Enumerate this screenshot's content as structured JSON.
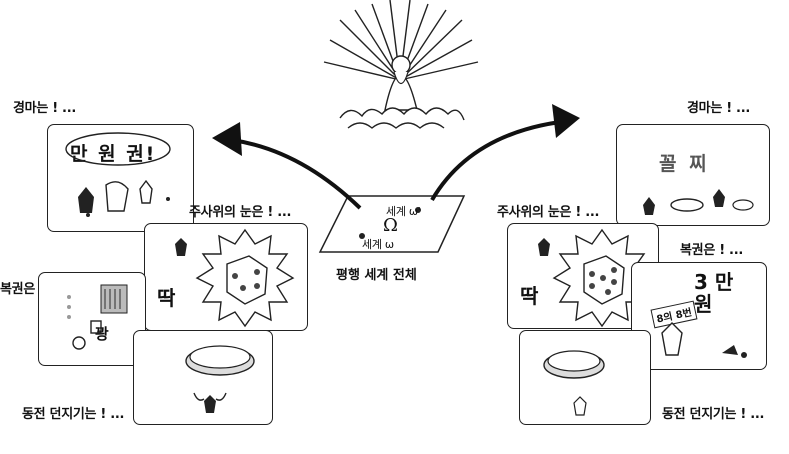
{
  "center": {
    "caption": "평행 세계 전체",
    "omega": "Ω",
    "world_a": "세계 ω'",
    "world_b": "세계 ω"
  },
  "left": {
    "horse_label": "경마는 ! ...",
    "dice_label": "주사위의 눈은 ! ...",
    "lottery_label": "복권은 ! ...",
    "coin_label": "동전 던지기는 ! ...",
    "horse_text": "만 원 권!",
    "dice_text": "딱",
    "lottery_text": "꽝"
  },
  "right": {
    "horse_label": "경마는 ! ...",
    "dice_label": "주사위의 눈은 ! ...",
    "lottery_label": "복권은 ! ...",
    "coin_label": "동전 던지기는 ! ...",
    "horse_text": "꼴 찌",
    "dice_text": "딱",
    "lottery_text": "3 만 원",
    "ticket_text": "8의 8번"
  }
}
